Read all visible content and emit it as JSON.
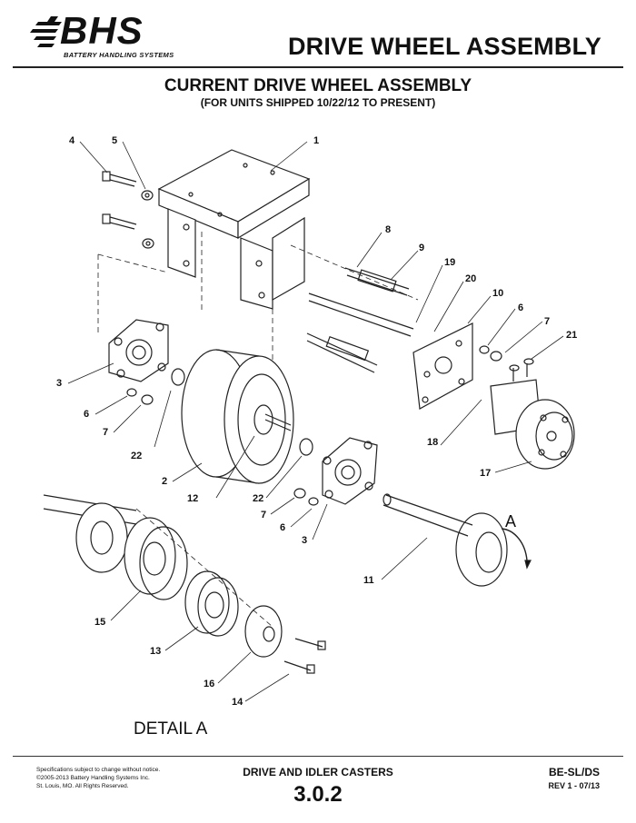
{
  "header": {
    "brand": "BHS",
    "brand_subtitle": "BATTERY HANDLING SYSTEMS",
    "doc_title": "DRIVE WHEEL ASSEMBLY"
  },
  "main": {
    "heading": "CURRENT DRIVE WHEEL ASSEMBLY",
    "subheading": "(FOR UNITS SHIPPED 10/22/12 TO PRESENT)",
    "detail_label": "DETAIL A",
    "view_letter": "A",
    "callouts": [
      "1",
      "2",
      "3",
      "3",
      "4",
      "5",
      "6",
      "6",
      "6",
      "7",
      "7",
      "7",
      "8",
      "9",
      "10",
      "11",
      "12",
      "13",
      "14",
      "15",
      "16",
      "17",
      "18",
      "19",
      "20",
      "21",
      "22",
      "22"
    ]
  },
  "footer": {
    "legal_1": "Specifications subject to change without notice.",
    "legal_2": "©2005-2013 Battery Handling Systems Inc.",
    "legal_3": "St. Louis, MO. All Rights Reserved.",
    "caption": "DRIVE AND IDLER CASTERS",
    "section": "3.0.2",
    "doc_code": "BE-SL/DS",
    "revision": "REV 1 - 07/13"
  }
}
